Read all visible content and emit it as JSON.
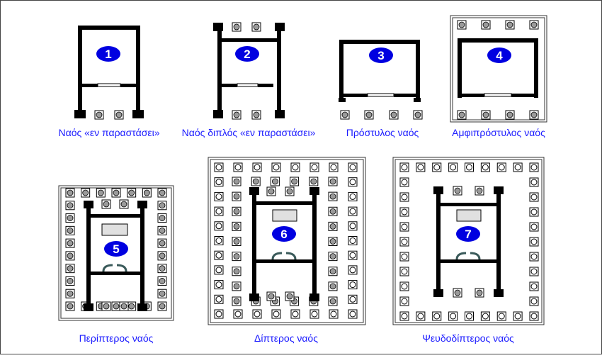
{
  "plans": [
    {
      "number": "1",
      "caption": "Ναός «εν παραστάσει»"
    },
    {
      "number": "2",
      "caption": "Ναός διπλός «εν παραστάσει»"
    },
    {
      "number": "3",
      "caption": "Πρόστυλος ναός"
    },
    {
      "number": "4",
      "caption": "Αμφιπρόστυλος ναός"
    },
    {
      "number": "5",
      "caption": "Περίπτερος ναός"
    },
    {
      "number": "6",
      "caption": "Δίπτερος ναός"
    },
    {
      "number": "7",
      "caption": "Ψευδοδίπτερος ναός"
    }
  ],
  "colors": {
    "caption": "#1a1aff",
    "badge": "#0000e0",
    "badge_text": "#ffffff",
    "wall": "#000000",
    "column_fill": "#9a9a9a",
    "door": "#3a5a5a",
    "statue_base": "#e0e0e0"
  }
}
